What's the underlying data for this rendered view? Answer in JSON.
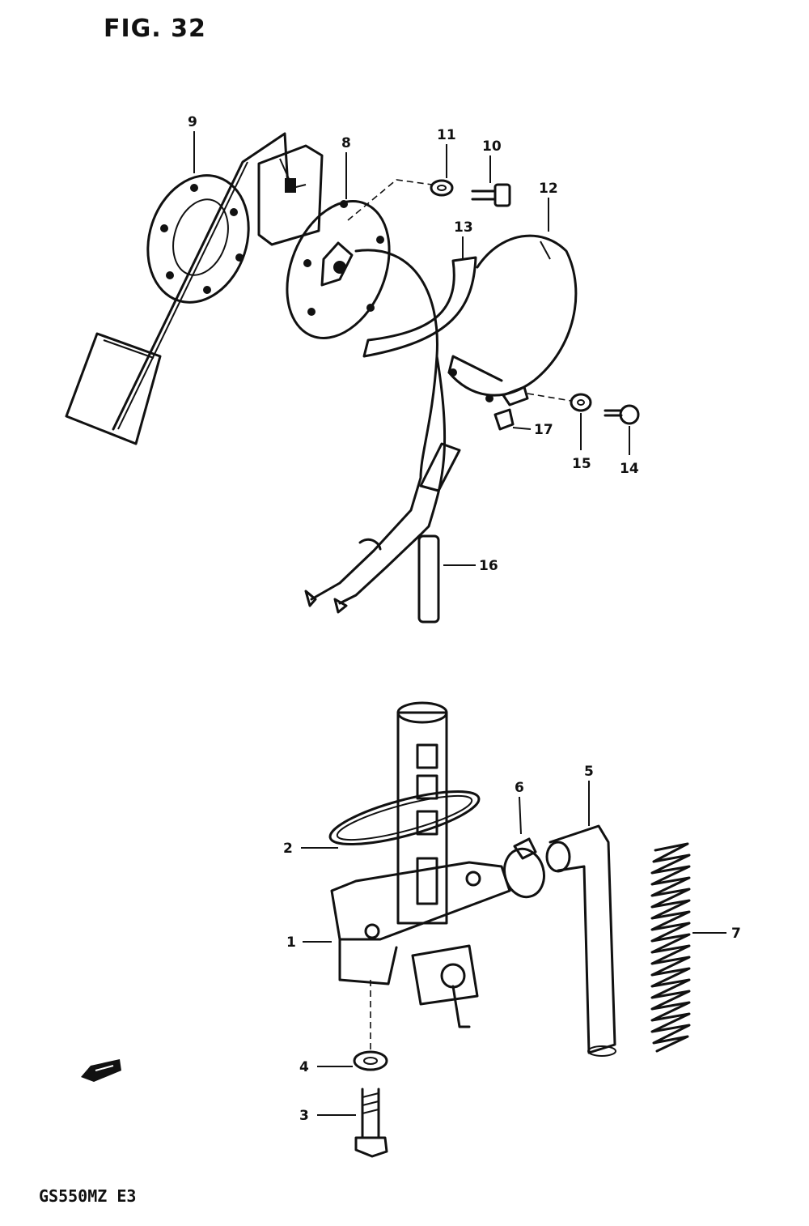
{
  "figure": {
    "title": "FIG. 32",
    "model_code": "GS550MZ  E3"
  },
  "callouts": [
    {
      "id": "1",
      "label": "1"
    },
    {
      "id": "2",
      "label": "2"
    },
    {
      "id": "3",
      "label": "3"
    },
    {
      "id": "4",
      "label": "4"
    },
    {
      "id": "5",
      "label": "5"
    },
    {
      "id": "6",
      "label": "6"
    },
    {
      "id": "7",
      "label": "7"
    },
    {
      "id": "8",
      "label": "8"
    },
    {
      "id": "9",
      "label": "9"
    },
    {
      "id": "10",
      "label": "10"
    },
    {
      "id": "11",
      "label": "11"
    },
    {
      "id": "12",
      "label": "12"
    },
    {
      "id": "13",
      "label": "13"
    },
    {
      "id": "14",
      "label": "14"
    },
    {
      "id": "15",
      "label": "15"
    },
    {
      "id": "16",
      "label": "16"
    },
    {
      "id": "17",
      "label": "17"
    }
  ]
}
